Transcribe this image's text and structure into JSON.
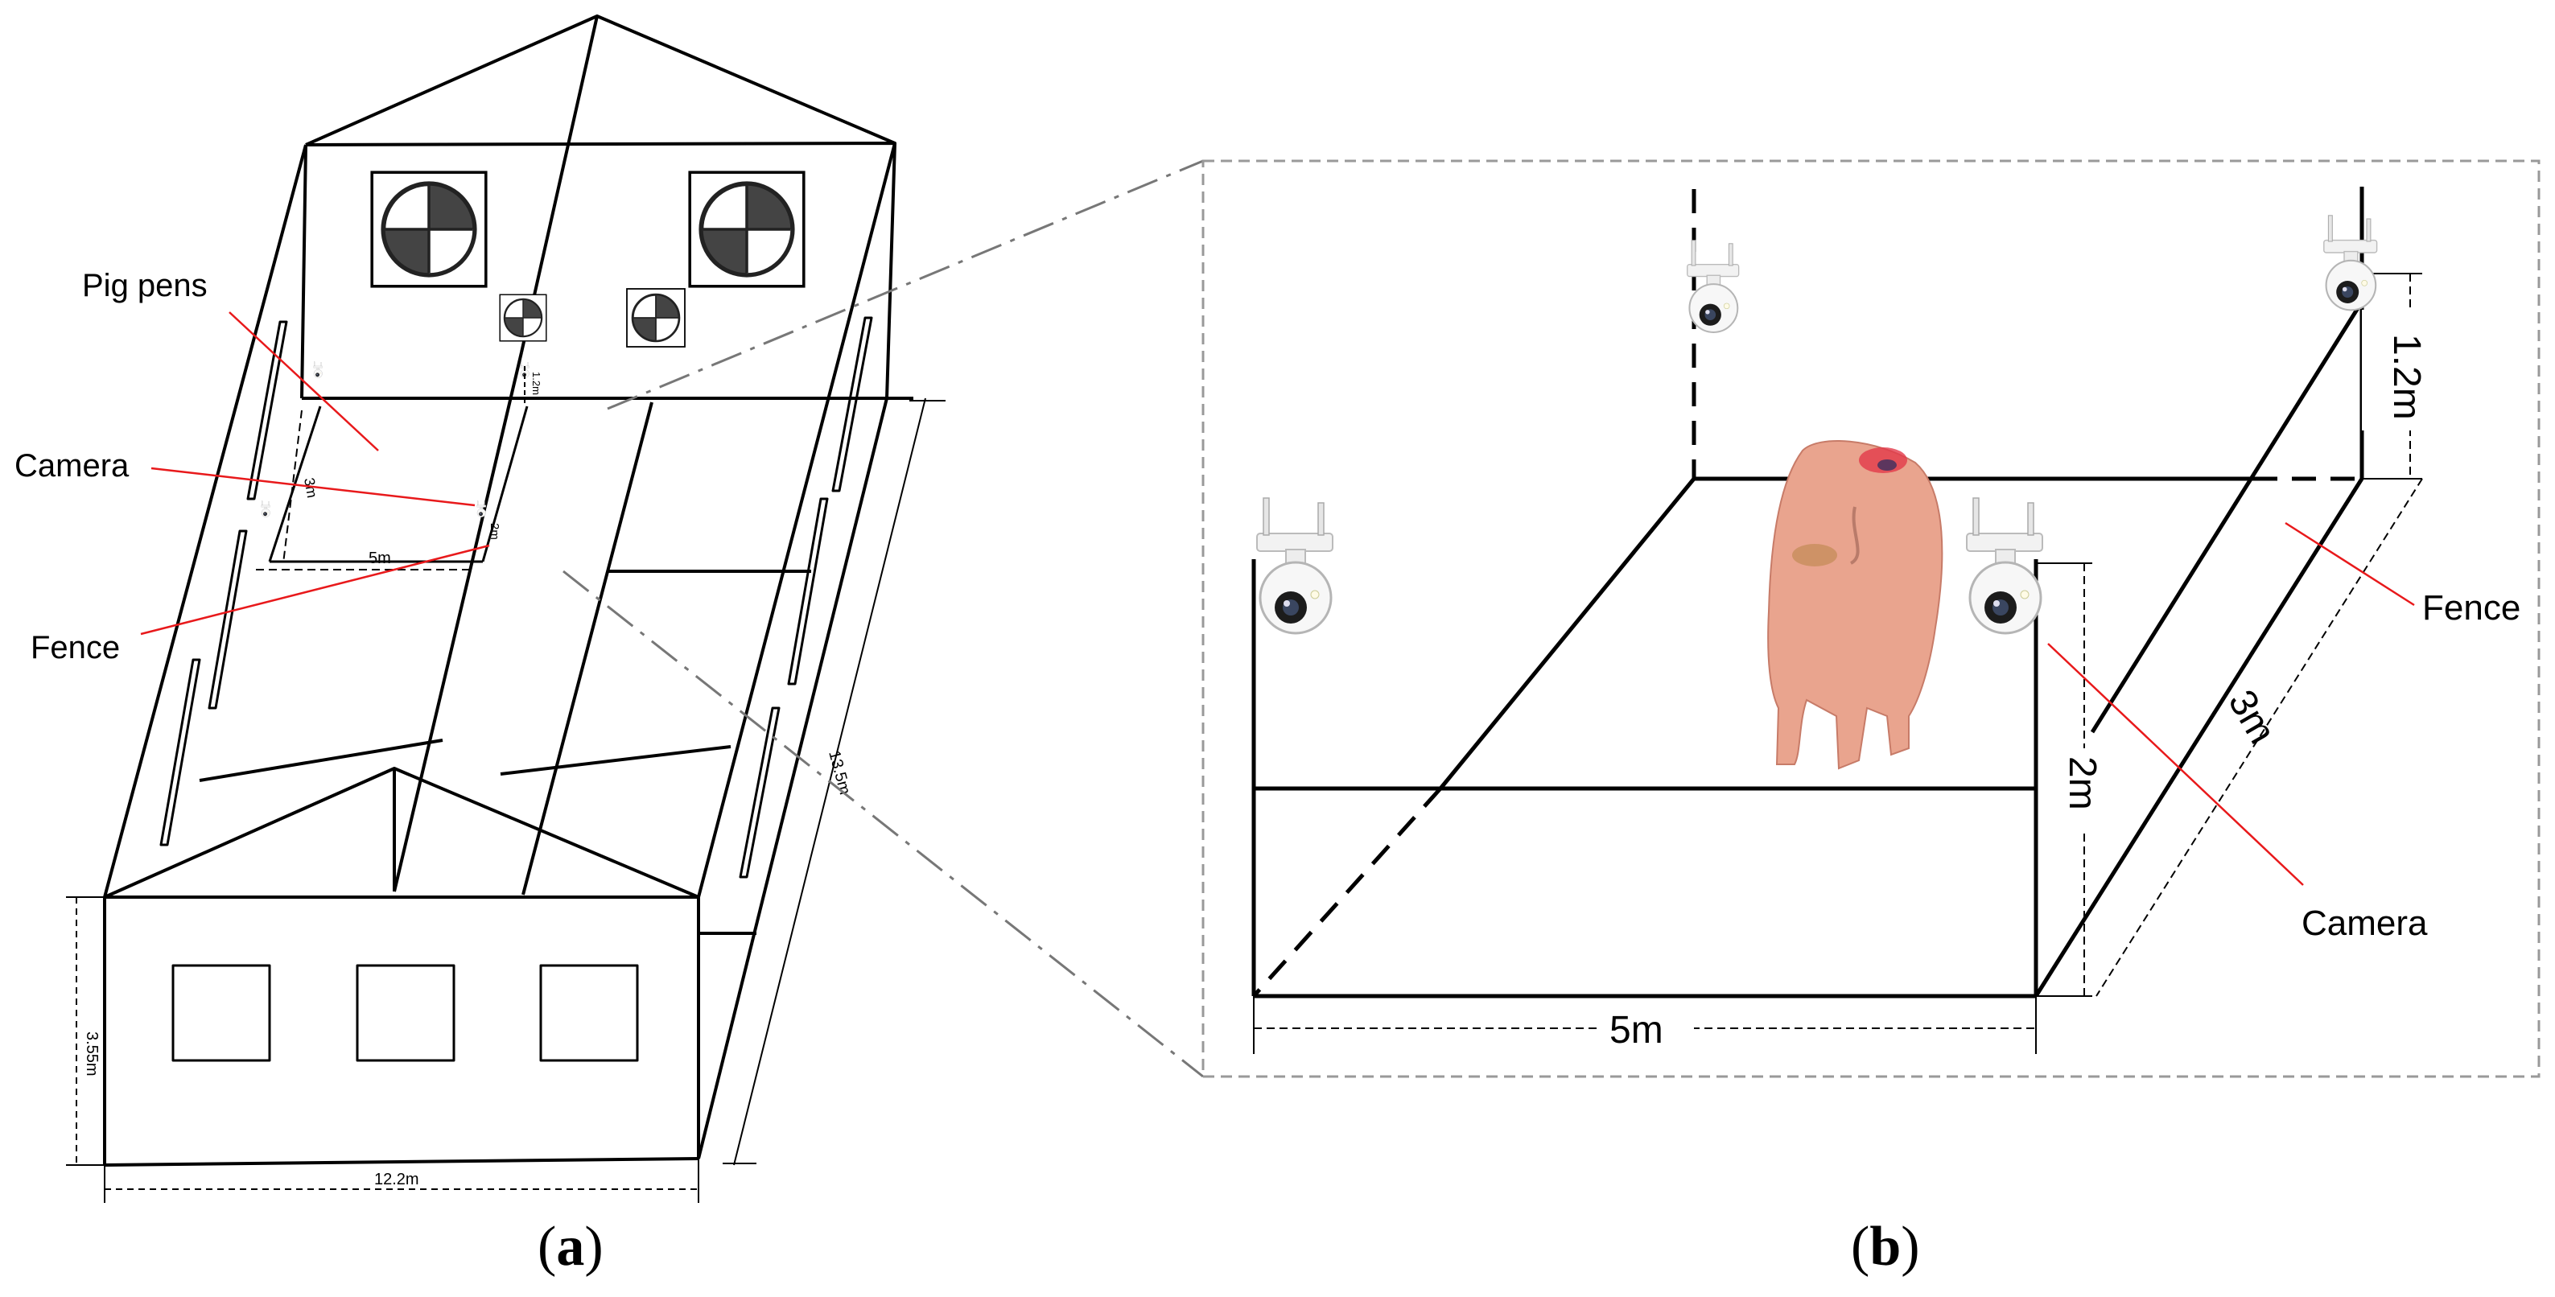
{
  "panel_a": {
    "labels": {
      "pig_pens": "Pig pens",
      "camera": "Camera",
      "fence": "Fence"
    },
    "dimensions": {
      "length": "13.5m",
      "width": "12.2m",
      "height": "3.55m",
      "pen_width": "5m",
      "pen_depth": "3m",
      "fence_height": "2m",
      "camera_height": "1.2m"
    },
    "caption_letter": "a"
  },
  "panel_b": {
    "labels": {
      "fence": "Fence",
      "camera": "Camera"
    },
    "dimensions": {
      "camera_height": "1.2m",
      "fence_height": "2m",
      "pen_depth": "3m",
      "pen_width": "5m"
    },
    "caption_letter": "b"
  },
  "colors": {
    "line": "#000000",
    "annotation": "#e8191b",
    "connector": "#777777",
    "pig": "#e9a48e"
  }
}
